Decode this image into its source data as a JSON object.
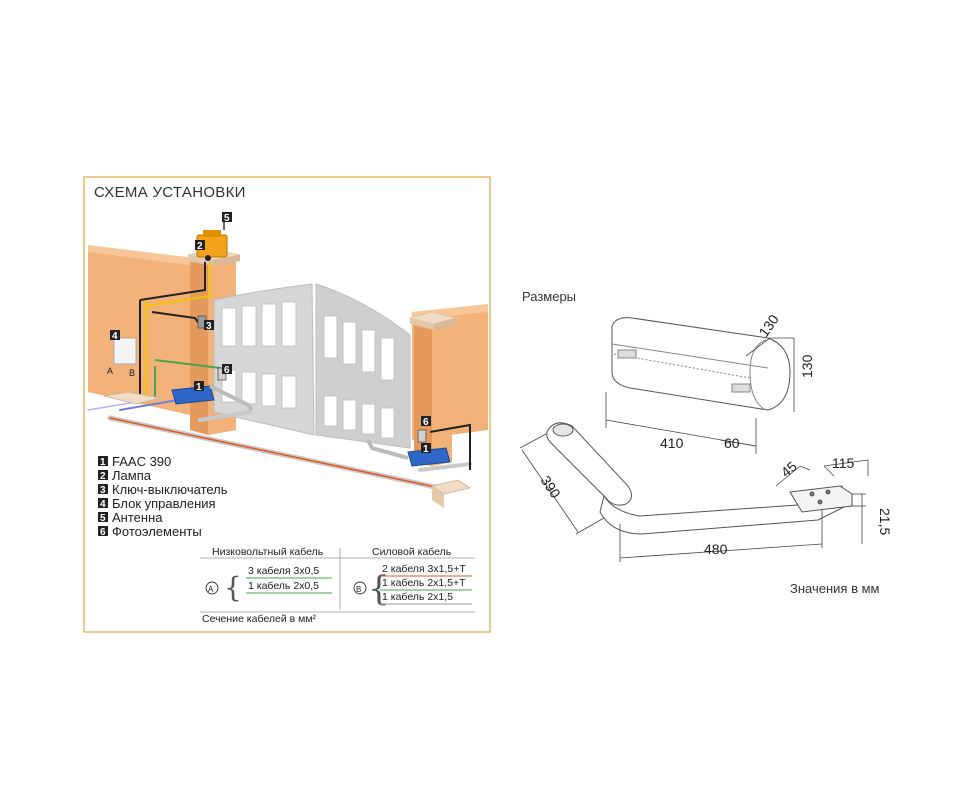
{
  "install": {
    "title": "СХЕМА УСТАНОВКИ",
    "legend": [
      {
        "num": "1",
        "label": "FAAC 390"
      },
      {
        "num": "2",
        "label": "Лампа"
      },
      {
        "num": "3",
        "label": "Ключ-выключатель"
      },
      {
        "num": "4",
        "label": "Блок управления"
      },
      {
        "num": "5",
        "label": "Антенна"
      },
      {
        "num": "6",
        "label": "Фотоэлементы"
      }
    ],
    "wire_labels": {
      "a": "A",
      "b": "B"
    },
    "cable_table": {
      "low_voltage_header": "Низковольтный кабель",
      "power_header": "Силовой кабель",
      "group_a": "A",
      "group_b": "B",
      "a_rows": [
        "3 кабеля 3x0,5",
        "1 кабель 2x0,5"
      ],
      "b_rows": [
        "2 кабеля 3x1,5+T",
        "1 кабель 2x1,5+T",
        "1 кабель 2x1,5"
      ],
      "footer": "Сечение кабелей в мм²"
    },
    "colors": {
      "frame": "#e8b868",
      "wall": "#f2b27a",
      "wall_dark": "#e39a5c",
      "gate": "#d7d7d7",
      "motor": "#2f67c8"
    }
  },
  "dimensions": {
    "title": "Размеры",
    "values": {
      "motor_depth": "130",
      "motor_height": "130",
      "motor_length": "410",
      "motor_offset": "60",
      "arm_short": "390",
      "arm_long": "480",
      "bracket_angle": "45",
      "bracket_width": "115",
      "bracket_height": "21,5"
    },
    "units_note": "Значения в мм"
  }
}
